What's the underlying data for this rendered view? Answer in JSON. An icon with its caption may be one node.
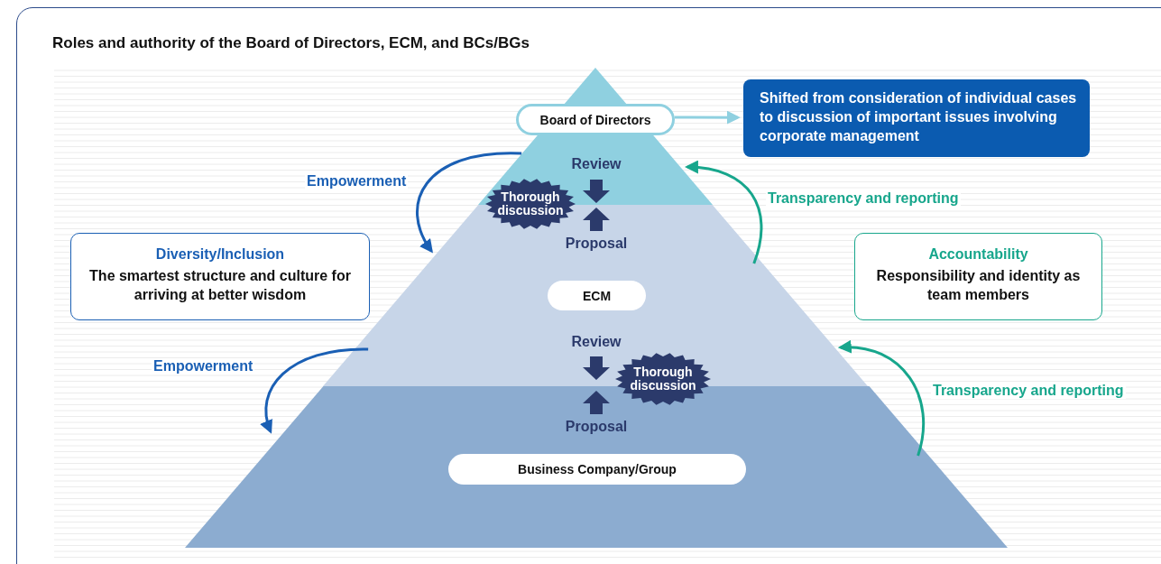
{
  "diagram": {
    "title": "Roles and authority of the Board of Directors, ECM, and BCs/BGs",
    "nodes": [
      {
        "text": [],
        "shape": "triangle"
      },
      {
        "text": [
          "Board of Directors"
        ],
        "in": 0
      },
      {
        "text": [
          "Shifted from consideration of individual cases to discussion of important issues involving corporate management"
        ]
      },
      {
        "text": [],
        "shape": "band"
      },
      {
        "text": [
          "ECM"
        ],
        "in": 3
      },
      {
        "text": [],
        "shape": "band"
      },
      {
        "text": [
          "Business Company/Group"
        ],
        "in": 5
      },
      {
        "text": [
          "Thorough discussion"
        ]
      },
      {
        "text": [
          "Thorough discussion"
        ]
      },
      {
        "text": [
          "Diversity/Inclusion",
          "The smartest structure and culture for arriving at better wisdom"
        ]
      },
      {
        "text": [
          "Accountability",
          "Responsibility and identity as team members"
        ]
      }
    ],
    "edges": [
      {
        "from": 1,
        "to": 2,
        "arrow": "to",
        "color": "#8fd0e0"
      },
      {
        "from": 0,
        "to": 3,
        "arrow": "to",
        "label": "Empowerment",
        "color": "#1a5fb4"
      },
      {
        "from": 3,
        "to": 0,
        "arrow": "to",
        "label": "Transparency and reporting",
        "color": "#17a68c"
      },
      {
        "from": 3,
        "to": 5,
        "arrow": "to",
        "label": "Empowerment",
        "color": "#1a5fb4"
      },
      {
        "from": 5,
        "to": 3,
        "arrow": "to",
        "label": "Transparency and reporting",
        "color": "#17a68c"
      }
    ],
    "labels": [
      "Review",
      "Proposal",
      "Review",
      "Proposal"
    ]
  }
}
